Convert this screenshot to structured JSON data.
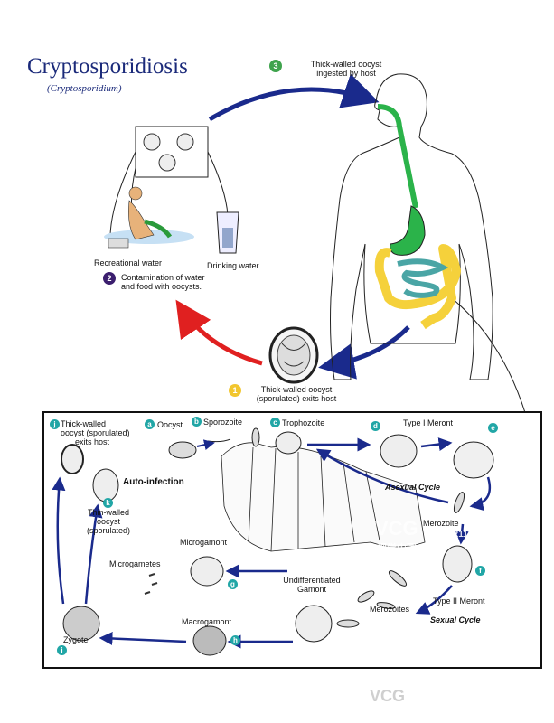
{
  "header": {
    "title": "Cryptosporidiosis",
    "subtitle": "(Cryptosporidium)"
  },
  "steps": {
    "step1": {
      "number": "1",
      "line1": "Thick-walled oocyst",
      "line2": "(sporulated) exits host"
    },
    "step2": {
      "number": "2",
      "line1": "Contamination of water",
      "line2": "and food with oocysts."
    },
    "step3": {
      "number": "3",
      "line1": "Thick-walled oocyst",
      "line2": "ingested by host"
    }
  },
  "scene_labels": {
    "recreational_water": "Recreational water",
    "drinking_water": "Drinking water"
  },
  "stages": {
    "a": {
      "letter": "a",
      "label": "Oocyst"
    },
    "b": {
      "letter": "b",
      "label": "Sporozoite"
    },
    "c": {
      "letter": "c",
      "label": "Trophozoite"
    },
    "d": {
      "letter": "d",
      "label": "Type I Meront"
    },
    "e": {
      "letter": "e",
      "label": ""
    },
    "f": {
      "letter": "f",
      "label": "Type II Meront"
    },
    "g": {
      "letter": "g",
      "label": "Microgamont"
    },
    "h": {
      "letter": "h",
      "label": "Macrogamont"
    },
    "i": {
      "letter": "i",
      "label": "Zygote"
    },
    "j": {
      "letter": "j",
      "line1": "Thick-walled",
      "line2": "oocyst (sporulated)",
      "line3": "exits host"
    },
    "k": {
      "letter": "k",
      "line1": "Thin-walled",
      "line2": "oocyst",
      "line3": "(sporulated)"
    }
  },
  "inner_labels": {
    "auto_infection": "Auto-infection",
    "asexual_cycle": "Asexual Cycle",
    "sexual_cycle": "Sexual Cycle",
    "merozoite": "Merozoite",
    "merozoites": "Merozoites",
    "microgametes": "Microgametes",
    "undiff_line1": "Undifferentiated",
    "undiff_line2": "Gamont"
  },
  "watermark": {
    "brand": "VCG",
    "site": "视觉中国",
    "id": "VCG211485271688"
  },
  "colors": {
    "title": "#1b2a7a",
    "arrow_blue": "#1a2a8c",
    "arrow_red": "#e02020",
    "stomach_green": "#2bb34a",
    "colon_yellow": "#f5d13b",
    "intestine_teal": "#4aa5a5",
    "badge_teal": "#21a6a6"
  }
}
